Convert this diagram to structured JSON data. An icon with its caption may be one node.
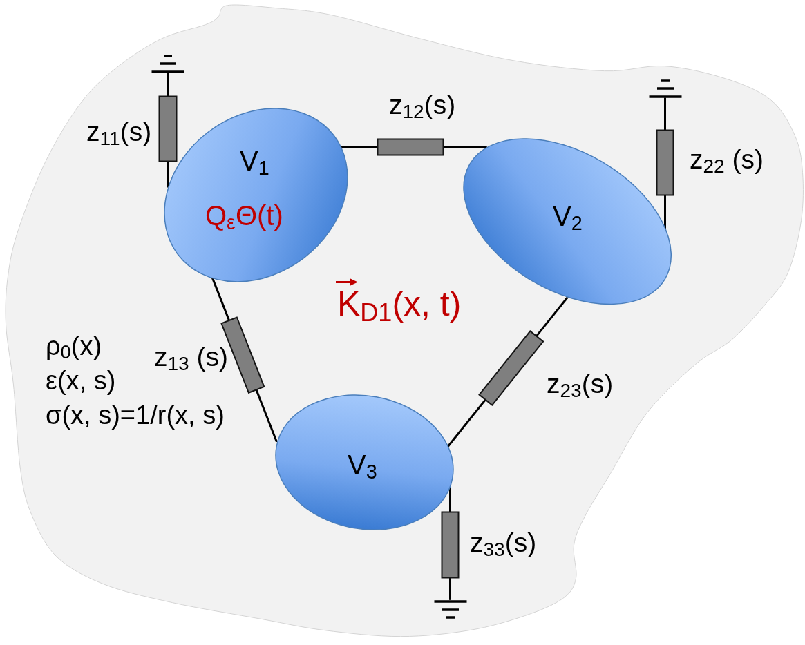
{
  "diagram": {
    "nodes": [
      {
        "text": [
          "K$_{D1}$(x, t)",
          "ρ$_{0}$(x)",
          "ε(x, s)",
          "σ(x, s)=1/r(x, s)"
        ]
      },
      {
        "text": [],
        "shape": "ground",
        "in": 0
      },
      {
        "text": [],
        "shape": "box",
        "beside": [
          "z$_{11}$(s)"
        ],
        "in": 0
      },
      {
        "text": [
          "V$_{1}$",
          "Q$_{ε}$Θ(t)"
        ],
        "in": 0
      },
      {
        "text": [],
        "shape": "box",
        "beside": [
          "z$_{12}$(s)"
        ],
        "in": 0
      },
      {
        "text": [],
        "shape": "ground",
        "in": 0
      },
      {
        "text": [],
        "shape": "box",
        "beside": [
          "z$_{22}$ (s)"
        ],
        "in": 0
      },
      {
        "text": [
          "V$_{2}$"
        ],
        "in": 0
      },
      {
        "text": [],
        "shape": "box",
        "beside": [
          "z$_{13}$ (s)"
        ],
        "in": 0
      },
      {
        "text": [],
        "shape": "box",
        "beside": [
          "z$_{23}$(s)"
        ],
        "in": 0
      },
      {
        "text": [
          "V$_{3}$"
        ],
        "in": 0
      },
      {
        "text": [],
        "shape": "box",
        "beside": [
          "z$_{33}$(s)"
        ],
        "in": 0
      },
      {
        "text": [],
        "shape": "ground",
        "in": 0
      }
    ],
    "edges": [
      {
        "from": 1,
        "to": 2,
        "arrow": "none"
      },
      {
        "from": 2,
        "to": 3,
        "arrow": "none"
      },
      {
        "from": 3,
        "to": 4,
        "arrow": "none"
      },
      {
        "from": 4,
        "to": 7,
        "arrow": "none"
      },
      {
        "from": 5,
        "to": 6,
        "arrow": "none"
      },
      {
        "from": 6,
        "to": 7,
        "arrow": "none"
      },
      {
        "from": 3,
        "to": 8,
        "arrow": "none"
      },
      {
        "from": 8,
        "to": 10,
        "arrow": "none"
      },
      {
        "from": 7,
        "to": 9,
        "arrow": "none"
      },
      {
        "from": 9,
        "to": 10,
        "arrow": "none"
      },
      {
        "from": 10,
        "to": 11,
        "arrow": "none"
      },
      {
        "from": 11,
        "to": 12,
        "arrow": "none"
      }
    ]
  }
}
